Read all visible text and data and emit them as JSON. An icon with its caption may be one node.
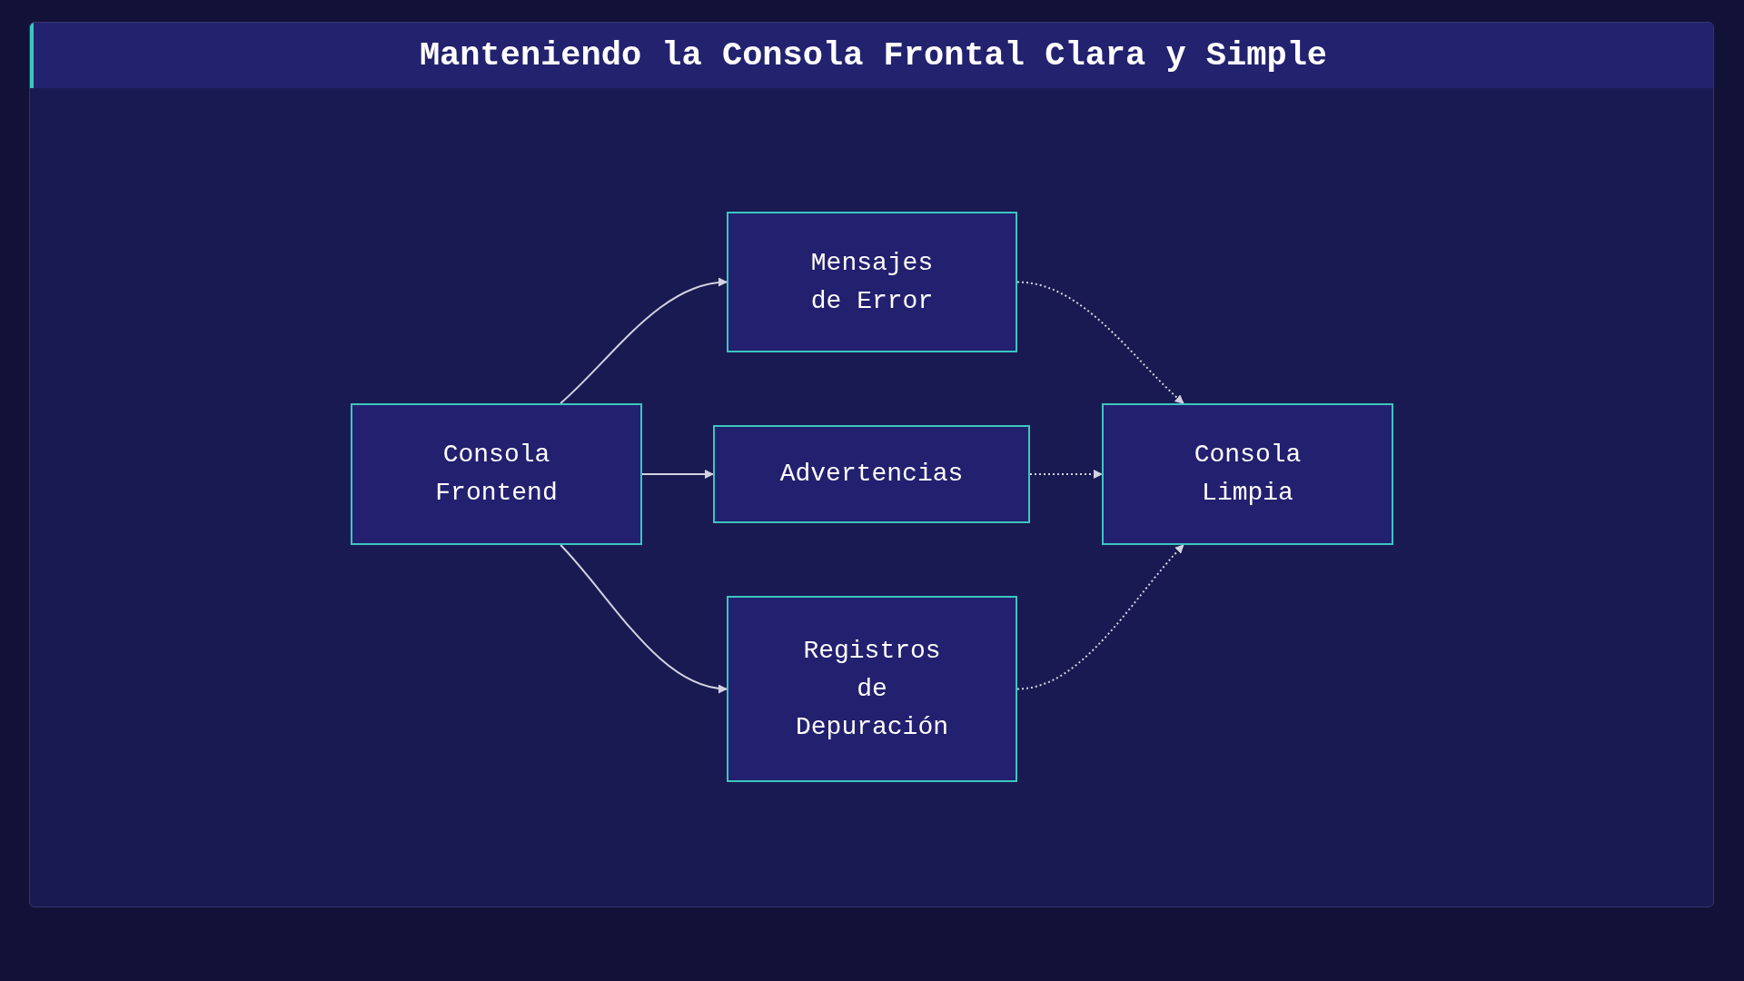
{
  "diagram": {
    "title": "Manteniendo la Consola Frontal Clara y Simple",
    "nodes": [
      {
        "text": [
          "Consola Frontend"
        ]
      },
      {
        "text": [
          "Mensajes de Error"
        ]
      },
      {
        "text": [
          "Advertencias"
        ]
      },
      {
        "text": [
          "Registros de Depuración"
        ]
      },
      {
        "text": [
          "Consola Limpia"
        ]
      }
    ],
    "edges": [
      {
        "from": 0,
        "to": 1,
        "arrow": "to"
      },
      {
        "from": 0,
        "to": 2,
        "arrow": "to"
      },
      {
        "from": 0,
        "to": 3,
        "arrow": "to"
      },
      {
        "from": 1,
        "to": 4,
        "arrow": "to",
        "style": "dashed"
      },
      {
        "from": 2,
        "to": 4,
        "arrow": "to",
        "style": "dashed"
      },
      {
        "from": 3,
        "to": 4,
        "arrow": "to",
        "style": "dashed"
      }
    ]
  }
}
